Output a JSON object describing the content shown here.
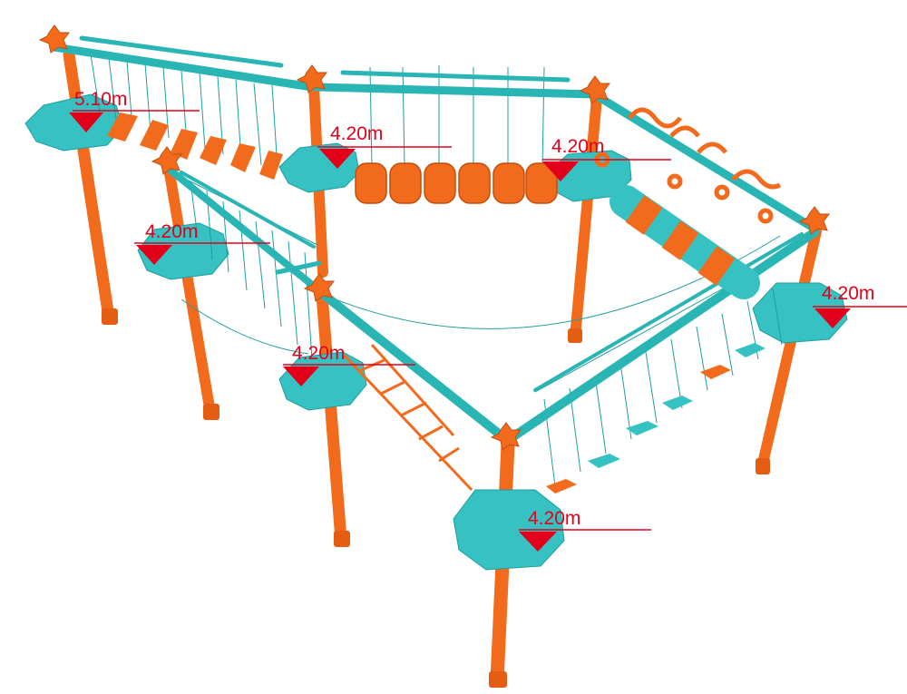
{
  "colors": {
    "beam": "#2ab5b5",
    "beam_dark": "#1a8c8c",
    "platform": "#36c2c2",
    "platform_dark": "#1f9e9e",
    "pole": "#f26b1d",
    "pole_dark": "#c24e0c",
    "marker": "#e2001a",
    "rope": "#1f9e9e"
  },
  "height_labels": {
    "p1": "5.10m",
    "p2": "4.20m",
    "p3": "4.20m",
    "p4": "4.20m",
    "p5": "4.20m",
    "p6": "4.20m",
    "p7": "4.20m"
  }
}
